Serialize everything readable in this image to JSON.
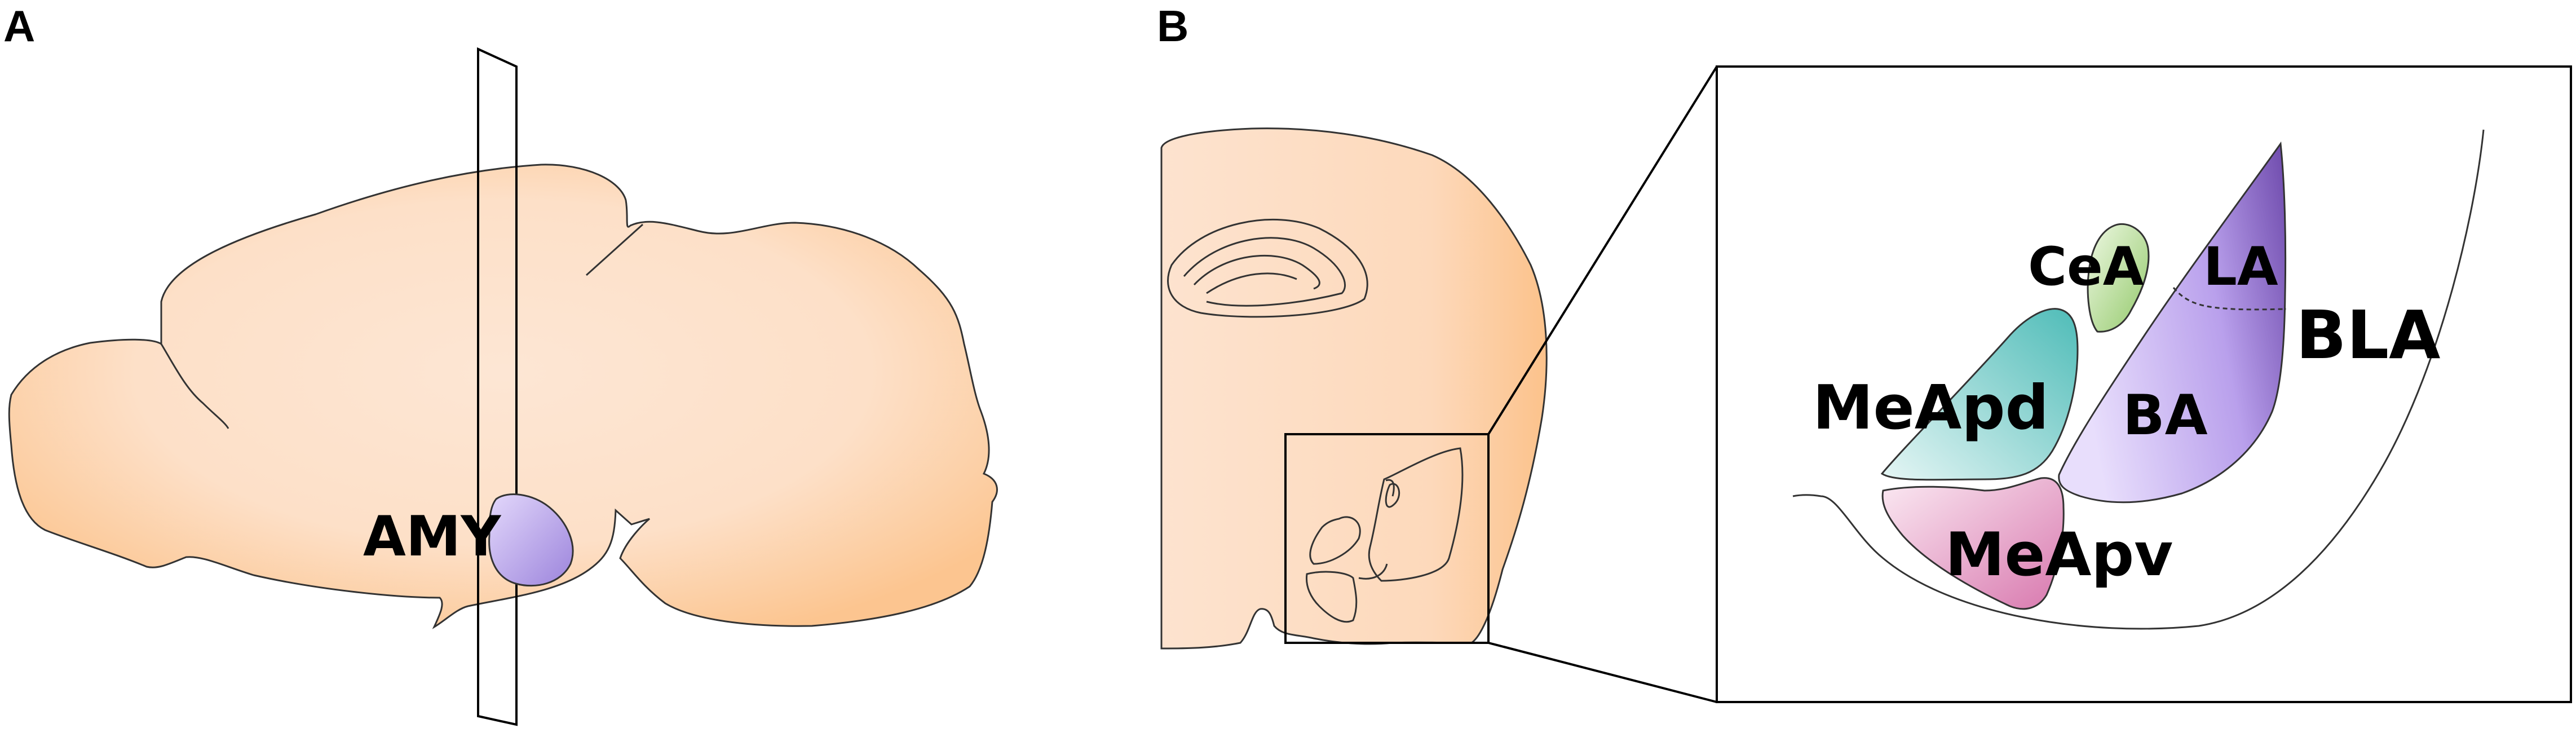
{
  "panels": {
    "a": "A",
    "b": "B"
  },
  "labels": {
    "amy": "AMY",
    "cea": "CeA",
    "la": "LA",
    "bla": "BLA",
    "meapd": "MeApd",
    "ba": "BA",
    "meapv": "MeApv"
  },
  "colors": {
    "brain_tissue": "#fde2cc",
    "brain_tissue_edge": "#fcc58f",
    "amygdala": "#c6b4ee",
    "cea": "#cfe8b4",
    "meapd": "#aee2e0",
    "basolateral": "#b49be8",
    "meapv": "#f2c0dc"
  }
}
